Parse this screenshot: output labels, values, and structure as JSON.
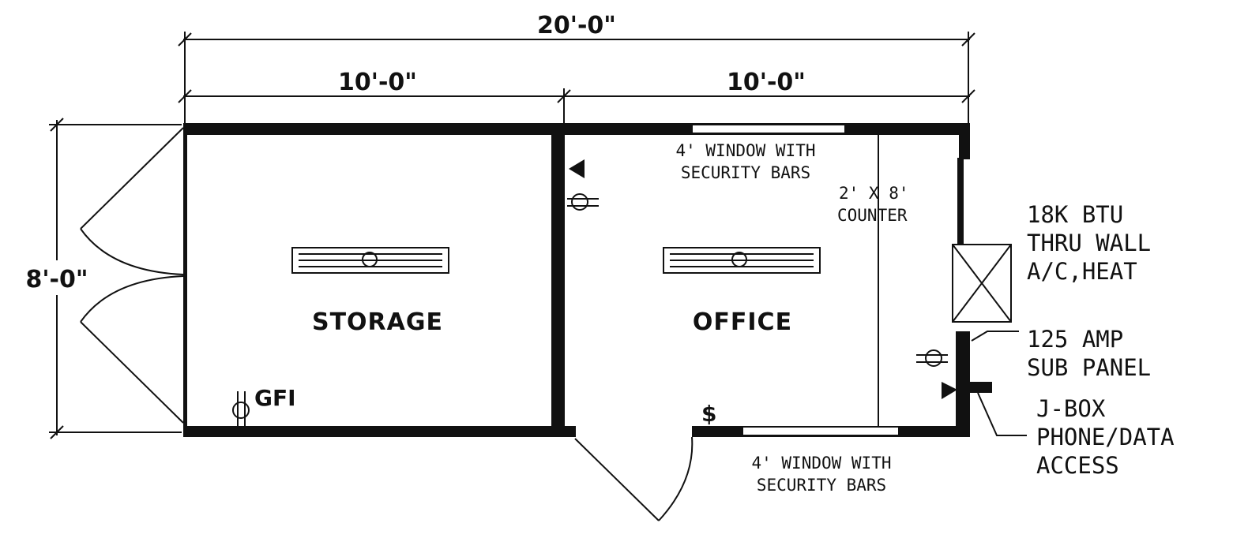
{
  "dimensions": {
    "overall_width": "20'-0\"",
    "left_width": "10'-0\"",
    "right_width": "10'-0\"",
    "depth": "8'-0\""
  },
  "rooms": {
    "storage": "STORAGE",
    "office": "OFFICE"
  },
  "top_window": {
    "line1": "4' WINDOW WITH",
    "line2": "SECURITY BARS"
  },
  "bottom_window": {
    "line1": "4' WINDOW WITH",
    "line2": "SECURITY BARS"
  },
  "counter": {
    "line1": "2' X 8'",
    "line2": "COUNTER"
  },
  "ac_unit": {
    "line1": "18K BTU",
    "line2": "THRU WALL",
    "line3": "A/C,HEAT"
  },
  "sub_panel": {
    "line1": "125 AMP",
    "line2": "SUB PANEL"
  },
  "jbox": {
    "line1": "J-BOX",
    "line2": "PHONE/DATA",
    "line3": "ACCESS"
  },
  "gfi_label": "GFI",
  "switch_symbol": "$"
}
